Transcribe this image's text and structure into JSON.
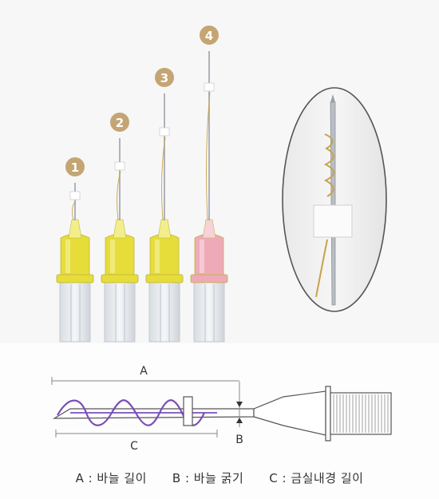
{
  "needles": [
    {
      "number": "1",
      "hub_color": "#e6dd3a",
      "hub_light": "#f3ee8c",
      "badge_color": "#c4a573"
    },
    {
      "number": "2",
      "hub_color": "#e6dd3a",
      "hub_light": "#f3ee8c",
      "badge_color": "#c4a573"
    },
    {
      "number": "3",
      "hub_color": "#e6dd3a",
      "hub_light": "#f3ee8c",
      "badge_color": "#c4a573"
    },
    {
      "number": "4",
      "hub_color": "#eeaab8",
      "hub_light": "#f8d2da",
      "badge_color": "#c4a573"
    }
  ],
  "diagram": {
    "label_a": "A",
    "label_b": "B",
    "label_c": "C",
    "thread_color": "#7a4fb8"
  },
  "legend": {
    "a": "A : 바늘 길이",
    "b": "B : 바늘 굵기",
    "c": "C : 금실내경 길이"
  }
}
